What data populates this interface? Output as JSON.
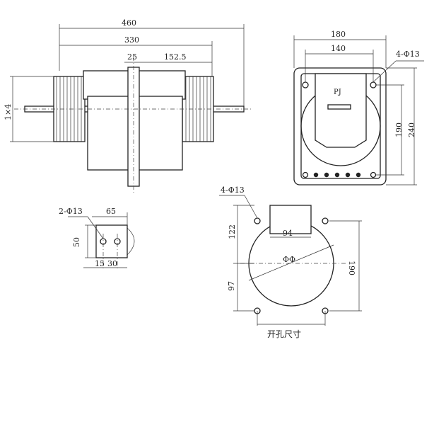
{
  "front_view": {
    "dim_overall": "460",
    "dim_mid": "330",
    "dim_center": "25",
    "dim_half": "152.5",
    "dim_side": "1×4"
  },
  "end_view": {
    "dim_width": "180",
    "dim_hole_pitch_x": "140",
    "hole_callout": "4-Φ13",
    "dim_hole_pitch_y": "190",
    "dim_height": "240",
    "nameplate": "PJ"
  },
  "terminal_detail": {
    "hole_callout": "2-Φ13",
    "dim_width": "65",
    "dim_height": "50",
    "dim_edge": "15",
    "dim_pitch": "30"
  },
  "cutout_view": {
    "hole_callout": "4-Φ13",
    "dim_top": "122",
    "dim_slot_width": "94",
    "dim_diameter": "ΦΦ",
    "dim_vertical": "190",
    "dim_bottom": "97",
    "caption": "开孔尺寸"
  }
}
